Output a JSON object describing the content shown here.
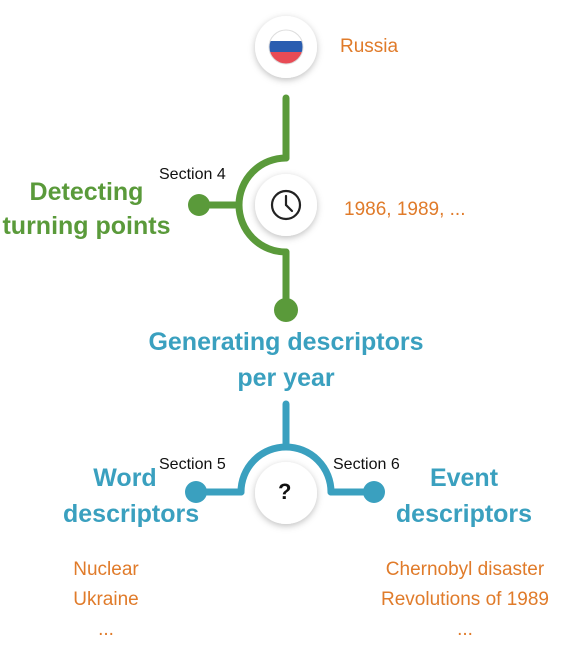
{
  "top_node": {
    "label": "Russia",
    "icon": "russia-flag-icon"
  },
  "turning_points": {
    "section": "Section 4",
    "title_line1": "Detecting",
    "title_line2": "turning points",
    "output": "1986, 1989, ...",
    "icon": "clock-icon"
  },
  "descriptors": {
    "title_line1": "Generating descriptors",
    "title_line2": "per year",
    "icon": "question-mark-icon",
    "icon_text": "?"
  },
  "word": {
    "section": "Section 5",
    "title_line1": "Word",
    "title_line2": "descriptors",
    "examples": [
      "Nuclear",
      "Ukraine",
      "..."
    ]
  },
  "event": {
    "section": "Section 6",
    "title_line1": "Event",
    "title_line2": "descriptors",
    "examples": [
      "Chernobyl disaster",
      "Revolutions of 1989",
      "..."
    ]
  },
  "colors": {
    "green": "#5a9a3a",
    "blue": "#3aa0bf",
    "orange": "#e07b2a",
    "flag_blue": "#2a5db0",
    "flag_red": "#e84b55"
  }
}
